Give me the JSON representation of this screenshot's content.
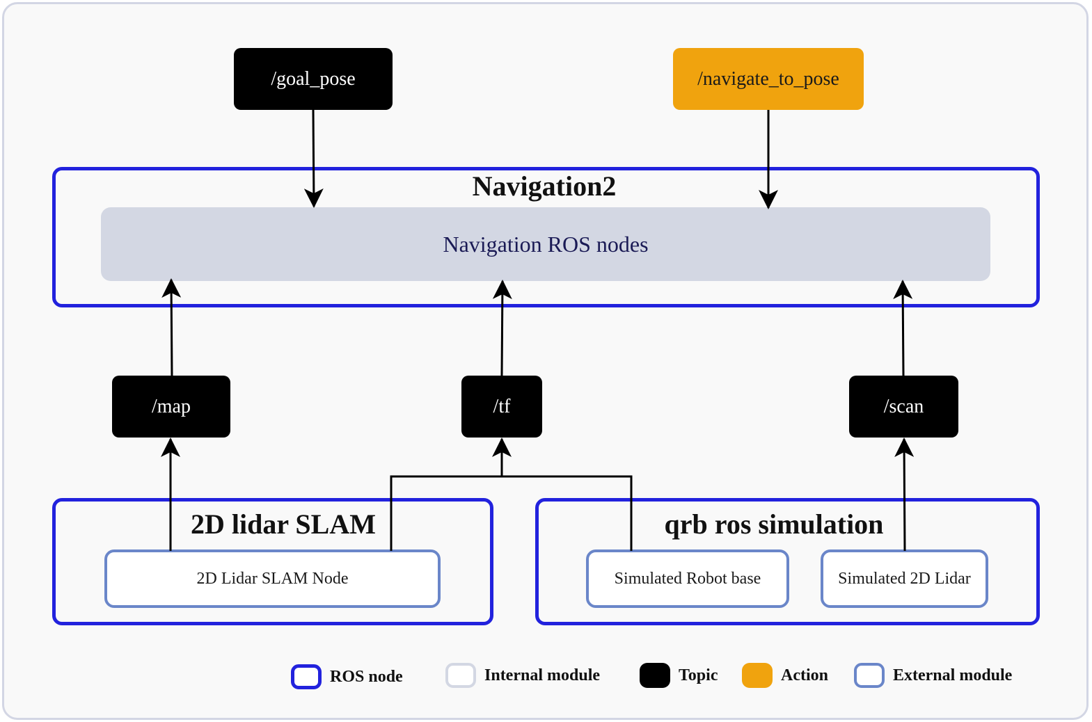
{
  "topics": {
    "goal_pose": "/goal_pose",
    "navigate_to_pose": "/navigate_to_pose",
    "map": "/map",
    "tf": "/tf",
    "scan": "/scan"
  },
  "navigation": {
    "title": "Navigation2",
    "inner_label": "Navigation ROS nodes"
  },
  "slam": {
    "title": "2D lidar SLAM",
    "node_label": "2D Lidar SLAM Node"
  },
  "simulation": {
    "title": "qrb ros simulation",
    "robot_base_label": "Simulated Robot base",
    "lidar_label": "Simulated 2D Lidar"
  },
  "legend": {
    "ros_node": "ROS node",
    "internal_module": "Internal module",
    "topic": "Topic",
    "action": "Action",
    "external_module": "External module"
  },
  "colors": {
    "ros_node_border": "#2222dd",
    "internal_fill": "#d3d7e3",
    "topic_fill": "#000000",
    "action_fill": "#f0a30e",
    "external_border": "#6a86c9"
  }
}
